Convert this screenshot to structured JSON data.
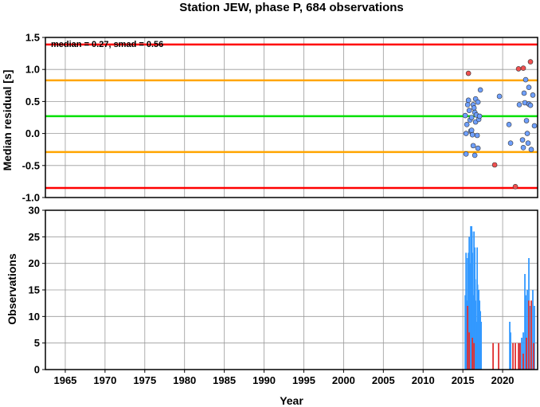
{
  "chart_data": [
    {
      "type": "scatter",
      "title": "Station JEW, phase P, 684 observations",
      "ylabel": "Median residual [s]",
      "xlim": [
        1962.5,
        2024.4
      ],
      "ylim": [
        -1.0,
        1.5
      ],
      "yticks": [
        "1.5",
        "1.0",
        "0.5",
        "0.0",
        "-0.5",
        "-1.0"
      ],
      "ytick_values": [
        1.5,
        1.0,
        0.5,
        0.0,
        -0.5,
        -1.0
      ],
      "annotation": "median = 0.27, smad = 0.56",
      "grid": true,
      "reference_lines": [
        {
          "y": 1.39,
          "color": "#ff0000"
        },
        {
          "y": 0.83,
          "color": "#ffa500"
        },
        {
          "y": 0.27,
          "color": "#00e000"
        },
        {
          "y": -0.29,
          "color": "#ffa500"
        },
        {
          "y": -0.85,
          "color": "#ff0000"
        }
      ],
      "series": [
        {
          "color": "#6fa0ff",
          "points": [
            [
              2015.3,
              0.28
            ],
            [
              2015.4,
              0.0
            ],
            [
              2015.4,
              -0.32
            ],
            [
              2015.5,
              0.14
            ],
            [
              2015.6,
              0.45
            ],
            [
              2015.7,
              0.52
            ],
            [
              2015.8,
              0.36
            ],
            [
              2015.9,
              0.21
            ],
            [
              2016.0,
              0.04
            ],
            [
              2016.1,
              0.05
            ],
            [
              2016.1,
              0.25
            ],
            [
              2016.2,
              -0.02
            ],
            [
              2016.3,
              -0.19
            ],
            [
              2016.3,
              0.45
            ],
            [
              2016.4,
              0.4
            ],
            [
              2016.5,
              0.33
            ],
            [
              2016.5,
              -0.34
            ],
            [
              2016.6,
              0.54
            ],
            [
              2016.6,
              0.18
            ],
            [
              2016.7,
              0.29
            ],
            [
              2016.8,
              -0.03
            ],
            [
              2016.9,
              0.49
            ],
            [
              2016.9,
              -0.23
            ],
            [
              2017.0,
              0.22
            ],
            [
              2017.1,
              0.27
            ],
            [
              2017.2,
              0.68
            ],
            [
              2019.6,
              0.58
            ],
            [
              2020.8,
              0.14
            ],
            [
              2021.0,
              -0.15
            ],
            [
              2022.1,
              0.45
            ],
            [
              2022.5,
              -0.1
            ],
            [
              2022.6,
              -0.22
            ],
            [
              2022.7,
              0.63
            ],
            [
              2022.8,
              0.48
            ],
            [
              2022.9,
              0.84
            ],
            [
              2023.0,
              0.2
            ],
            [
              2023.1,
              0.0
            ],
            [
              2023.2,
              -0.15
            ],
            [
              2023.3,
              0.72
            ],
            [
              2023.3,
              0.46
            ],
            [
              2023.5,
              0.44
            ],
            [
              2023.6,
              -0.25
            ],
            [
              2023.8,
              0.6
            ],
            [
              2024.0,
              0.12
            ]
          ]
        },
        {
          "color": "#f05050",
          "points": [
            [
              2015.7,
              0.94
            ],
            [
              2019.0,
              -0.49
            ],
            [
              2021.6,
              -0.83
            ],
            [
              2022.0,
              1.01
            ],
            [
              2022.6,
              1.02
            ],
            [
              2023.5,
              1.12
            ]
          ]
        }
      ]
    },
    {
      "type": "bar",
      "xlabel": "Year",
      "ylabel": "Observations",
      "xlim": [
        1962.5,
        2024.4
      ],
      "ylim": [
        0,
        30
      ],
      "xticks": [
        "1965",
        "1970",
        "1975",
        "1980",
        "1985",
        "1990",
        "1995",
        "2000",
        "2005",
        "2010",
        "2015",
        "2020"
      ],
      "xtick_values": [
        1965,
        1970,
        1975,
        1980,
        1985,
        1990,
        1995,
        2000,
        2005,
        2010,
        2015,
        2020
      ],
      "yticks": [
        "30",
        "25",
        "20",
        "15",
        "10",
        "5",
        "0"
      ],
      "ytick_values": [
        30,
        25,
        20,
        15,
        10,
        5,
        0
      ],
      "grid": true,
      "series": [
        {
          "color": "#3399ff",
          "points": [
            [
              2015.3,
              14
            ],
            [
              2015.4,
              22
            ],
            [
              2015.5,
              13
            ],
            [
              2015.6,
              21
            ],
            [
              2015.7,
              22
            ],
            [
              2015.8,
              25
            ],
            [
              2015.9,
              20
            ],
            [
              2016.0,
              27
            ],
            [
              2016.1,
              27
            ],
            [
              2016.15,
              26
            ],
            [
              2016.2,
              22
            ],
            [
              2016.3,
              14
            ],
            [
              2016.4,
              26
            ],
            [
              2016.5,
              23
            ],
            [
              2016.55,
              17
            ],
            [
              2016.6,
              13
            ],
            [
              2016.7,
              9
            ],
            [
              2016.8,
              23
            ],
            [
              2016.85,
              16
            ],
            [
              2016.9,
              12
            ],
            [
              2017.0,
              15
            ],
            [
              2017.1,
              13
            ],
            [
              2017.2,
              11
            ],
            [
              2017.3,
              9
            ],
            [
              2020.9,
              9
            ],
            [
              2021.0,
              7
            ],
            [
              2022.1,
              5
            ],
            [
              2022.4,
              6
            ],
            [
              2022.6,
              7
            ],
            [
              2022.8,
              18
            ],
            [
              2022.9,
              14
            ],
            [
              2023.1,
              15
            ],
            [
              2023.3,
              21
            ],
            [
              2023.5,
              12
            ],
            [
              2023.8,
              15
            ],
            [
              2024.0,
              12
            ]
          ]
        },
        {
          "color": "#e03030",
          "points": [
            [
              2015.6,
              12
            ],
            [
              2015.8,
              7
            ],
            [
              2016.2,
              6
            ],
            [
              2016.4,
              5
            ],
            [
              2018.8,
              5
            ],
            [
              2019.5,
              5
            ],
            [
              2021.3,
              5
            ],
            [
              2021.6,
              5
            ],
            [
              2022.0,
              5
            ],
            [
              2022.2,
              5
            ],
            [
              2022.6,
              3
            ],
            [
              2023.0,
              6
            ],
            [
              2023.3,
              13
            ],
            [
              2023.6,
              13
            ],
            [
              2023.9,
              5
            ]
          ]
        }
      ]
    }
  ]
}
